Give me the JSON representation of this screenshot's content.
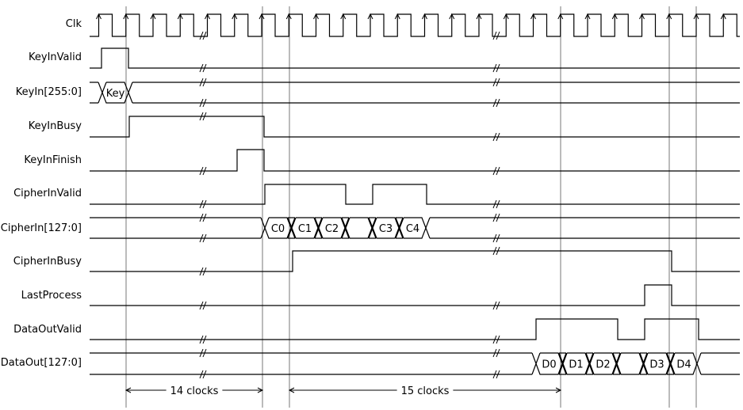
{
  "signals": [
    {
      "id": "clk",
      "label": "Clk"
    },
    {
      "id": "keyinvalid",
      "label": "KeyInValid"
    },
    {
      "id": "keyin",
      "label": "KeyIn[255:0]",
      "values": [
        "Key"
      ]
    },
    {
      "id": "keyinbusy",
      "label": "KeyInBusy"
    },
    {
      "id": "keyinfinish",
      "label": "KeyInFinish"
    },
    {
      "id": "cipherinvalid",
      "label": "CipherInValid"
    },
    {
      "id": "cipherin",
      "label": "CipherIn[127:0]",
      "values": [
        "C0",
        "C1",
        "C2",
        "C3",
        "C4"
      ]
    },
    {
      "id": "cipherinbusy",
      "label": "CipherInBusy"
    },
    {
      "id": "lastprocess",
      "label": "LastProcess"
    },
    {
      "id": "dataoutvalid",
      "label": "DataOutValid"
    },
    {
      "id": "dataout",
      "label": "DataOut[127:0]",
      "values": [
        "D0",
        "D1",
        "D2",
        "D3",
        "D4"
      ]
    }
  ],
  "measurements": [
    {
      "id": "m1",
      "label": "14 clocks"
    },
    {
      "id": "m2",
      "label": "15 clocks"
    }
  ]
}
